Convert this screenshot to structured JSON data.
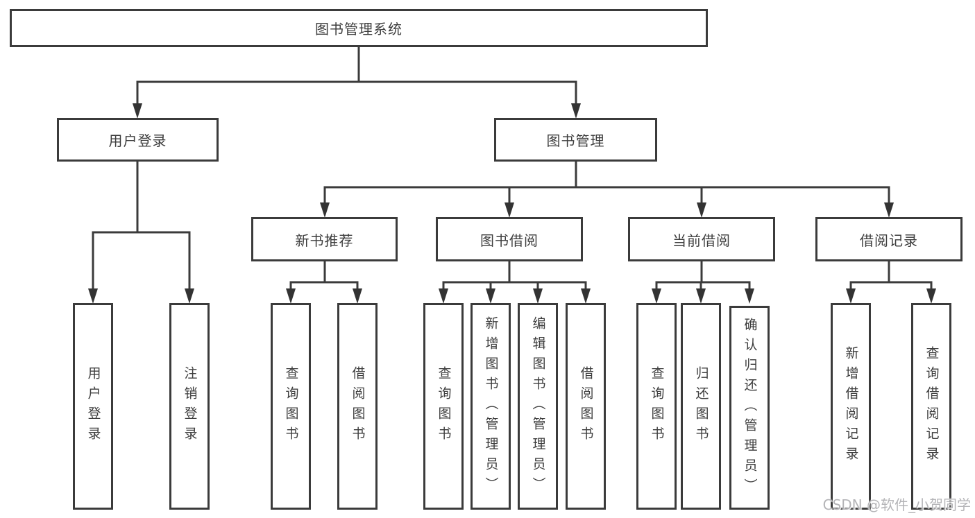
{
  "diagram": {
    "type": "hierarchy-tree",
    "colors": {
      "line": "#3b3b3b",
      "box_border": "#3b3b3b",
      "box_fill": "#ffffff",
      "text": "#3d3d3d",
      "watermark_text": "#b4b4b7"
    },
    "root": {
      "label": "图书管理系统",
      "children": [
        {
          "label": "用户登录",
          "children": [
            {
              "label": "用户登录"
            },
            {
              "label": "注销登录"
            }
          ]
        },
        {
          "label": "图书管理",
          "children": [
            {
              "label": "新书推荐",
              "children": [
                {
                  "label": "查询图书"
                },
                {
                  "label": "借阅图书"
                }
              ]
            },
            {
              "label": "图书借阅",
              "children": [
                {
                  "label": "查询图书"
                },
                {
                  "label": "新增图书（管理员）"
                },
                {
                  "label": "编辑图书（管理员）"
                },
                {
                  "label": "借阅图书"
                }
              ]
            },
            {
              "label": "当前借阅",
              "children": [
                {
                  "label": "查询图书"
                },
                {
                  "label": "归还图书"
                },
                {
                  "label": "确认归还（管理员）"
                }
              ]
            },
            {
              "label": "借阅记录",
              "children": [
                {
                  "label": "新增借阅记录"
                },
                {
                  "label": "查询借阅记录"
                }
              ]
            }
          ]
        }
      ]
    }
  },
  "watermark": "CSDN @软件_小贺同学"
}
